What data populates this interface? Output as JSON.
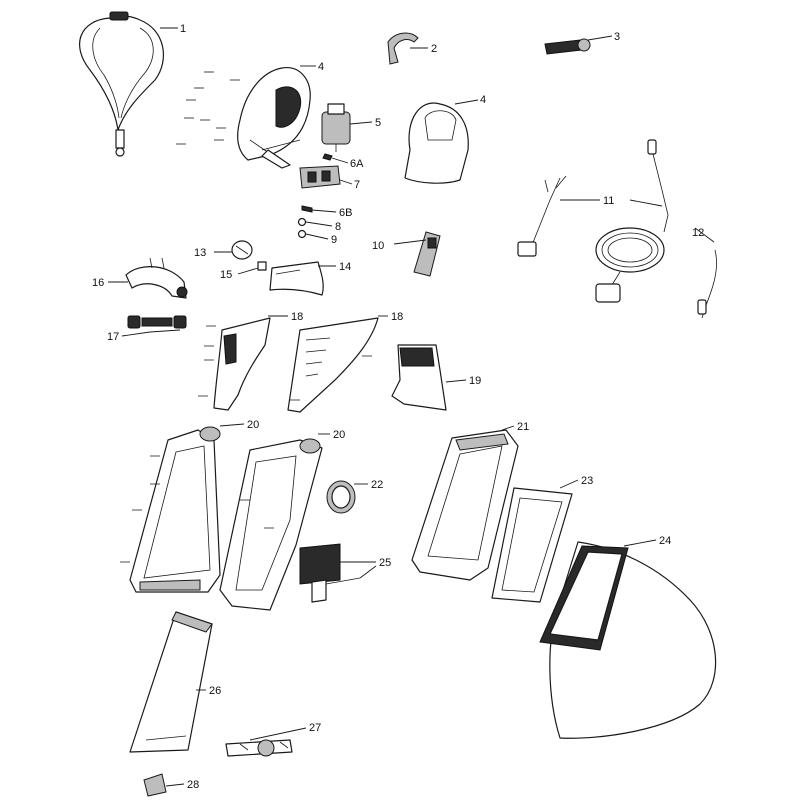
{
  "labels": {
    "p1": "1",
    "p2": "2",
    "p3": "3",
    "p4a": "4",
    "p4b": "4",
    "p5": "5",
    "p6a": "6A",
    "p6b": "6B",
    "p7": "7",
    "p8": "8",
    "p9": "9",
    "p10": "10",
    "p11": "11",
    "p12": "12",
    "p13": "13",
    "p14": "14",
    "p15": "15",
    "p16": "16",
    "p17": "17",
    "p18a": "18",
    "p18b": "18",
    "p19": "19",
    "p20a": "20",
    "p20b": "20",
    "p21": "21",
    "p22": "22",
    "p23": "23",
    "p24": "24",
    "p25": "25",
    "p26": "26",
    "p27": "27",
    "p28": "28"
  },
  "colors": {
    "line": "#1a1a1a",
    "background": "#ffffff",
    "fill_dark": "#2a2a2a",
    "fill_grey": "#bdbdbd"
  }
}
